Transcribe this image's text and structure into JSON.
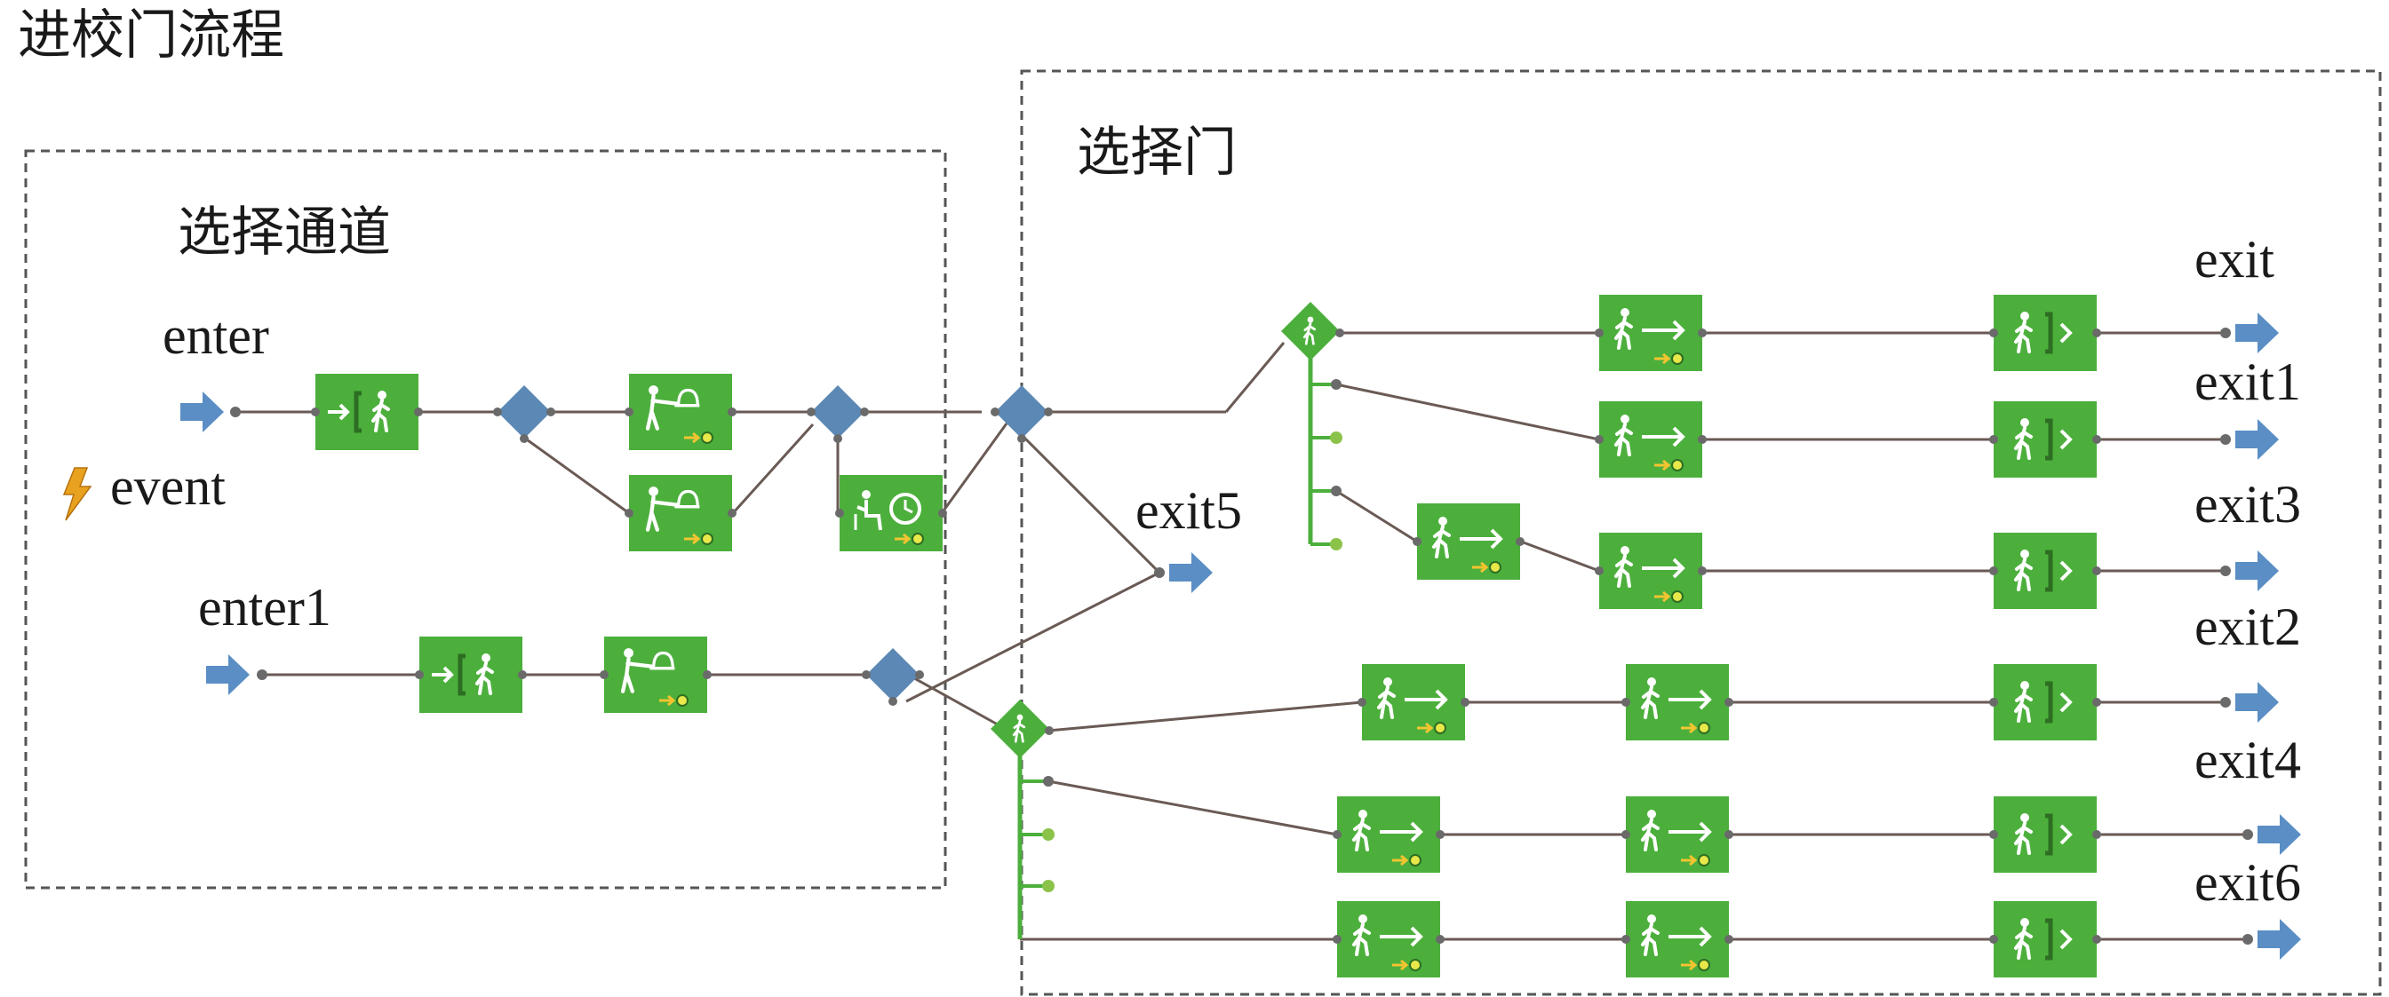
{
  "title": "进校门流程",
  "groups": {
    "channel": "选择通道",
    "gate": "选择门"
  },
  "sources": {
    "enter": "enter",
    "enter1": "enter1",
    "event": "event"
  },
  "sinks": {
    "exit": "exit",
    "exit1": "exit1",
    "exit2": "exit2",
    "exit3": "exit3",
    "exit4": "exit4",
    "exit5": "exit5",
    "exit6": "exit6"
  },
  "colors": {
    "block_green": "#4caf3c",
    "decision_blue": "#5b88b5",
    "arrow_blue": "#5a8ec4",
    "line": "#6a5a55",
    "port": "#6a6a6a",
    "bolt": "#e8a21f"
  },
  "icons": {
    "enter_block": "pedestrian-enter-icon",
    "service_block": "pedestrian-service-icon",
    "wait_block": "pedestrian-wait-icon",
    "go_block": "pedestrian-go-to-icon",
    "sink_block": "pedestrian-sink-icon",
    "select_block": "pedestrian-select-output-icon",
    "decision": "decision-diamond-icon",
    "source_arrow": "source-arrow-icon",
    "event": "lightning-event-icon"
  }
}
